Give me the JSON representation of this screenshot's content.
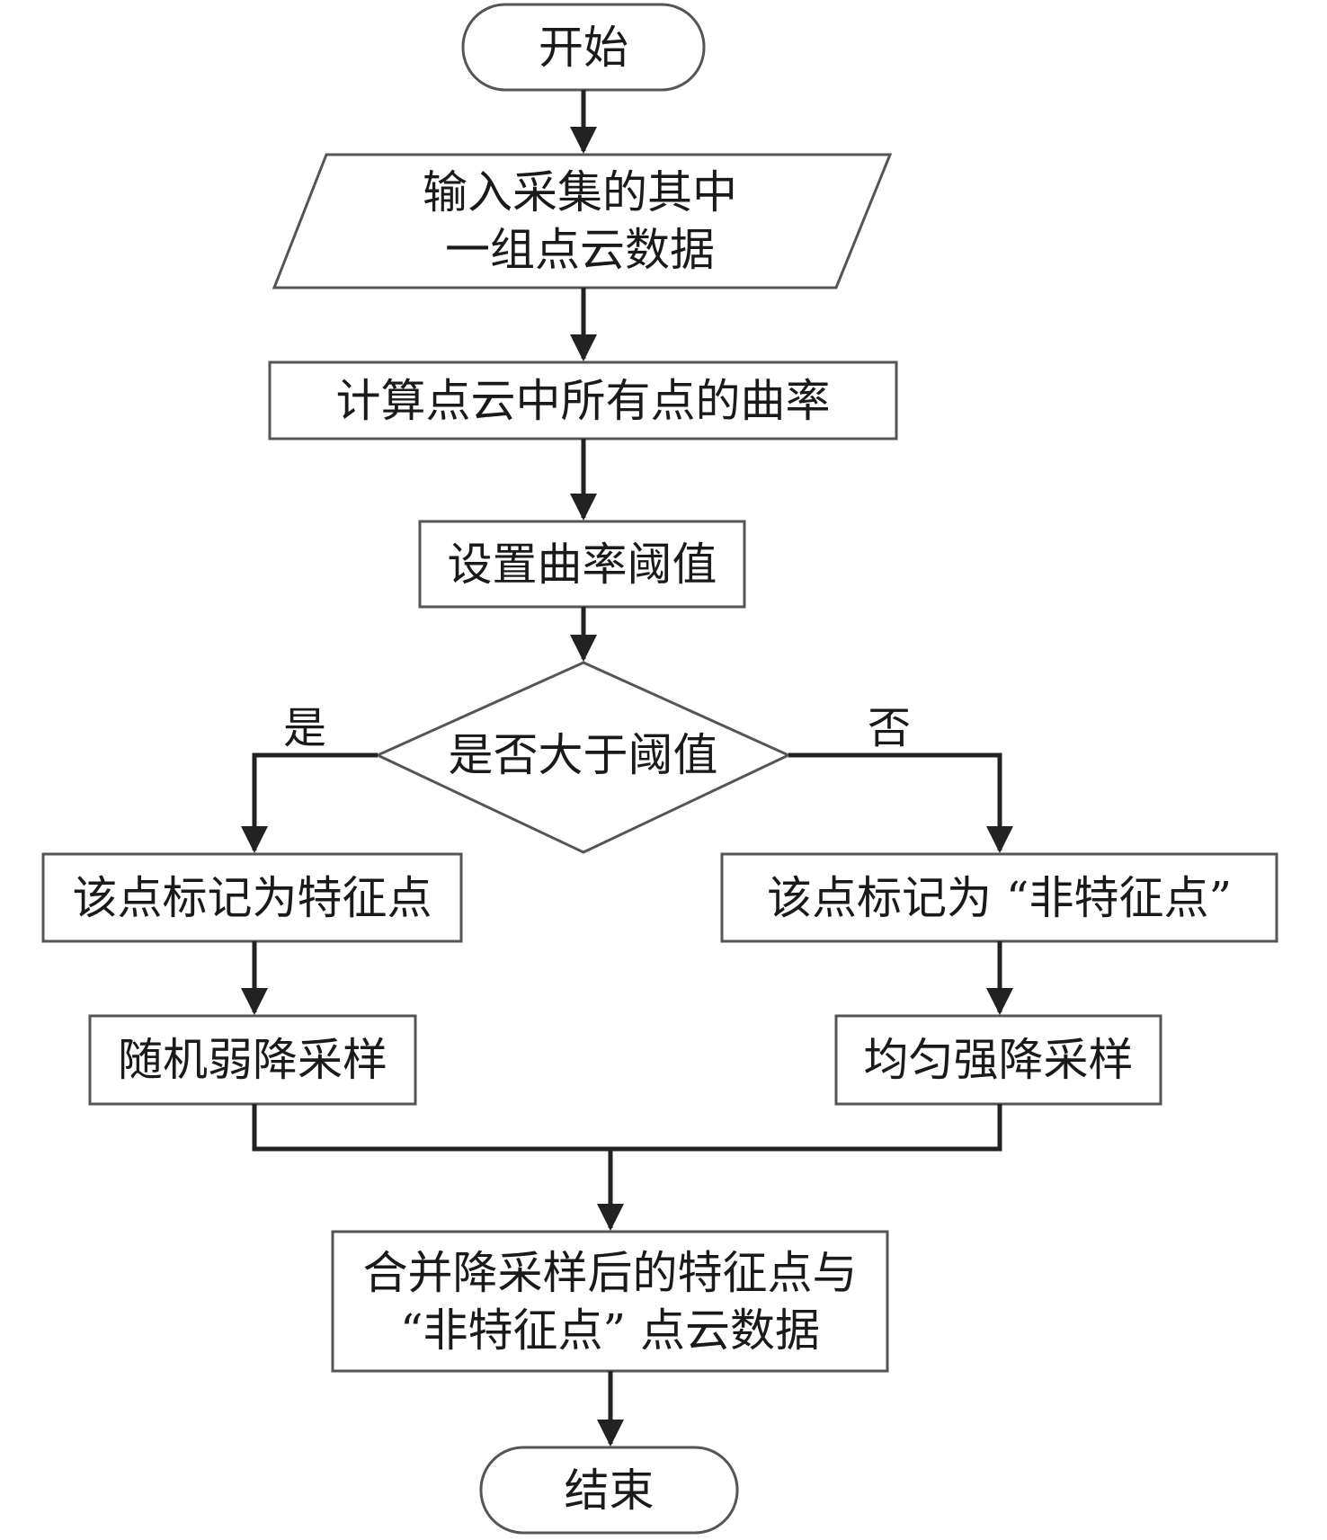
{
  "diagram": {
    "type": "flowchart",
    "nodes": {
      "start": {
        "shape": "terminal",
        "text": "开始"
      },
      "input": {
        "shape": "parallelogram",
        "text": "输入采集的其中\n一组点云数据"
      },
      "compute": {
        "shape": "process",
        "text": "计算点云中所有点的曲率"
      },
      "threshold": {
        "shape": "process",
        "text": "设置曲率阈值"
      },
      "decision": {
        "shape": "decision",
        "text": "是否大于阈值"
      },
      "mark_feature": {
        "shape": "process",
        "text": "该点标记为特征点"
      },
      "mark_nonfeature": {
        "shape": "process",
        "text": "该点标记为 “非特征点”"
      },
      "random_weak": {
        "shape": "process",
        "text": "随机弱降采样"
      },
      "uniform_strong": {
        "shape": "process",
        "text": "均匀强降采样"
      },
      "merge": {
        "shape": "process",
        "text": "合并降采样后的特征点与\n“非特征点” 点云数据"
      },
      "end": {
        "shape": "terminal",
        "text": "结束"
      }
    },
    "branch_labels": {
      "yes": "是",
      "no": "否"
    },
    "edges": [
      {
        "from": "start",
        "to": "input"
      },
      {
        "from": "input",
        "to": "compute"
      },
      {
        "from": "compute",
        "to": "threshold"
      },
      {
        "from": "threshold",
        "to": "decision"
      },
      {
        "from": "decision",
        "to": "mark_feature",
        "label": "是"
      },
      {
        "from": "decision",
        "to": "mark_nonfeature",
        "label": "否"
      },
      {
        "from": "mark_feature",
        "to": "random_weak"
      },
      {
        "from": "mark_nonfeature",
        "to": "uniform_strong"
      },
      {
        "from": "random_weak",
        "to": "merge"
      },
      {
        "from": "uniform_strong",
        "to": "merge"
      },
      {
        "from": "merge",
        "to": "end"
      }
    ],
    "colors": {
      "stroke": "#333333",
      "box_stroke": "#555555",
      "fill": "#ffffff",
      "text": "#1a1a1a"
    }
  }
}
